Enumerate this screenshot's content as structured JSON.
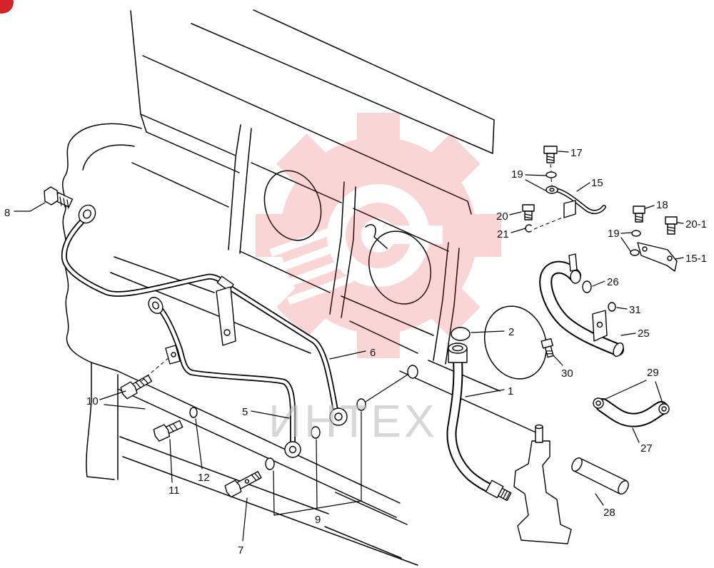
{
  "figure": {
    "watermark_text": "ИНТЕХ"
  },
  "callouts": [
    "8",
    "10",
    "11",
    "12",
    "7",
    "9",
    "5",
    "6",
    "1",
    "2",
    "17",
    "19",
    "15",
    "20",
    "21",
    "18",
    "20-1",
    "19",
    "15-1",
    "26",
    "31",
    "25",
    "30",
    "29",
    "27",
    "28"
  ],
  "colors": {
    "line": "#000000",
    "background": "#ffffff",
    "watermark_logo": "#e53935",
    "watermark_text": "#bdbdbd",
    "corner_badge": "#d6232a"
  }
}
